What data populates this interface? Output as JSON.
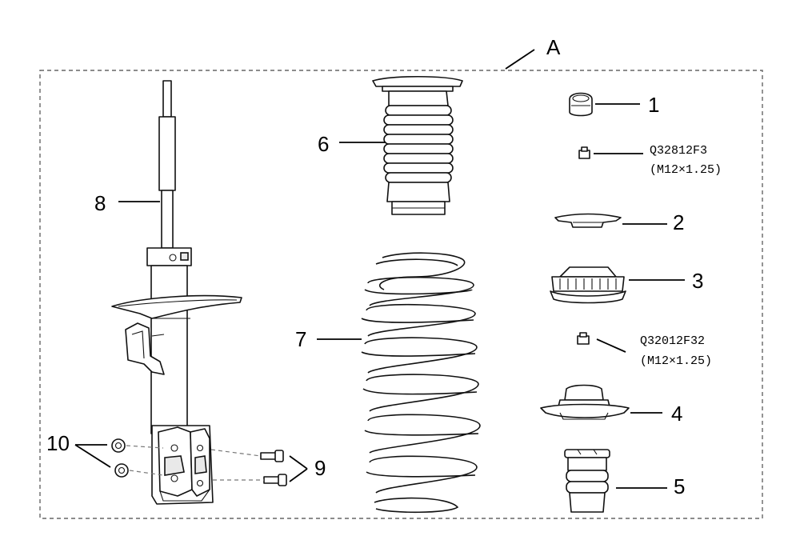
{
  "assembly_label": "A",
  "callouts": {
    "c1": "1",
    "c2": "2",
    "c3": "3",
    "c4": "4",
    "c5": "5",
    "c6": "6",
    "c7": "7",
    "c8": "8",
    "c9": "9",
    "c10": "10"
  },
  "fasteners": {
    "nut_upper": {
      "code": "Q32812F3",
      "spec": "(M12×1.25)"
    },
    "nut_lower": {
      "code": "Q32012F32",
      "spec": "(M12×1.25)"
    }
  }
}
